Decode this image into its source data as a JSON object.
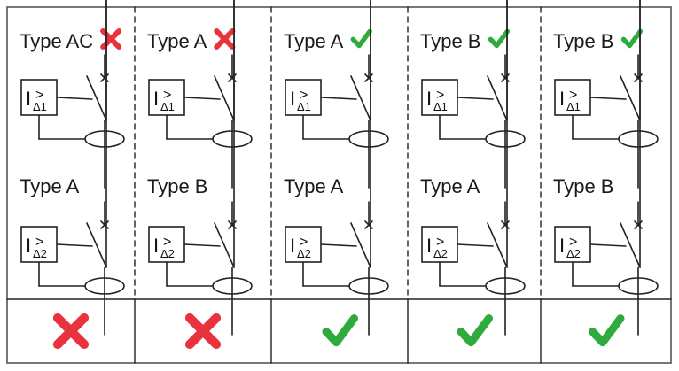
{
  "colors": {
    "ok": "#2eab3c",
    "fail": "#e8333f",
    "line": "#222222",
    "frame": "#555555"
  },
  "columns": [
    {
      "upper": {
        "type": "Type AC",
        "status": "fail"
      },
      "lower": {
        "type": "Type A"
      },
      "result": "fail"
    },
    {
      "upper": {
        "type": "Type A",
        "status": "fail"
      },
      "lower": {
        "type": "Type B"
      },
      "result": "fail"
    },
    {
      "upper": {
        "type": "Type A",
        "status": "ok"
      },
      "lower": {
        "type": "Type A"
      },
      "result": "ok"
    },
    {
      "upper": {
        "type": "Type B",
        "status": "ok"
      },
      "lower": {
        "type": "Type A"
      },
      "result": "ok"
    },
    {
      "upper": {
        "type": "Type B",
        "status": "ok"
      },
      "lower": {
        "type": "Type B"
      },
      "result": "ok"
    }
  ],
  "rcd_labels": {
    "upper": {
      "symbol": "I",
      "sub": "Δ1",
      "arrow": ">"
    },
    "lower": {
      "symbol": "I",
      "sub": "Δ2",
      "arrow": ">"
    }
  },
  "icons": {
    "ok": "check-icon",
    "fail": "cross-icon"
  }
}
